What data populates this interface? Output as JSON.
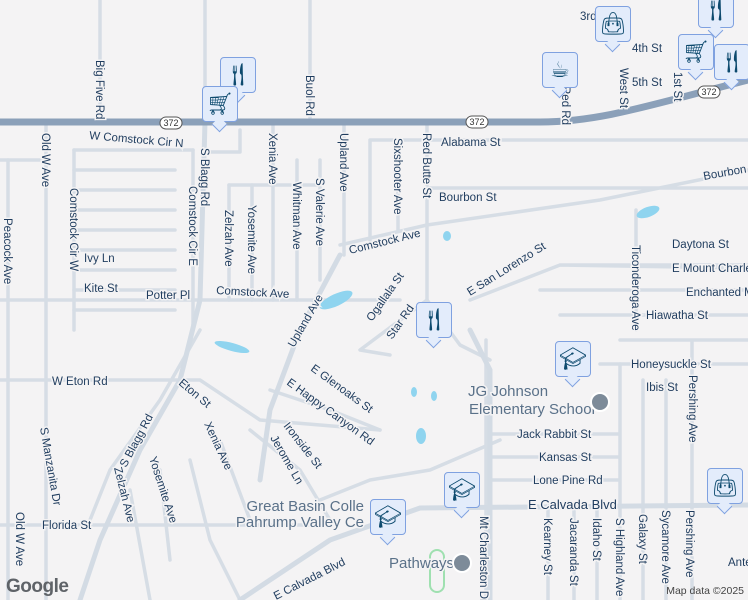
{
  "map": {
    "highway_shield": "372",
    "labels": [
      "3rd",
      "4th St",
      "5th St",
      "Big Five Rd",
      "Buol Rd",
      "Upland Ave",
      "Red Butte St",
      "Sixshooter Ave",
      "Alabama St",
      "Bourbon St",
      "Bourbon Tw",
      "Daytona St",
      "E Mount Charle",
      "Enchanted M",
      "Hiawatha St",
      "Honeysuckle St",
      "Ibis St",
      "Ticonderoga Ave",
      "Pershing Ave",
      "W Comstock Cir N",
      "Old W Ave",
      "Comstock Cir W",
      "Comstock Cir E",
      "S Blagg Rd",
      "Xenia Ave",
      "Whitman Ave",
      "S Valerie Ave",
      "Zelzah Ave",
      "Yosemite Ave",
      "Comstock Ave",
      "Comstock Ave",
      "Peacock Ave",
      "Ivy Ln",
      "Kite St",
      "Potter Pl",
      "Ogallala St",
      "Star Rd",
      "E San Lorenzo St",
      "W Eton Rd",
      "Eton St",
      "E Glenoaks St",
      "E Happy Canyon Rd",
      "S Blagg Rd",
      "Ironside St",
      "Xenia Ave",
      "Jerome Ln",
      "Yosemite Ave",
      "Zelzah Ave",
      "S Manzanita Dr",
      "Florida St",
      "Jack Rabbit St",
      "Kansas St",
      "Lone Pine Rd",
      "E Calvada Blvd",
      "E Calvada Blvd",
      "Mt Charleston Dr",
      "Kearney St",
      "Jacaranda St",
      "Idaho St",
      "S Highland Ave",
      "Galaxy St",
      "Sycamore Ave",
      "Pershing Ave",
      "Ante",
      "Upland Ave",
      "Old W Ave",
      "Red Rd",
      "West St",
      "1st St"
    ],
    "pois": {
      "school1_line1": "JG Johnson",
      "school1_line2": "Elementary School",
      "college_line1": "Great Basin Colle",
      "college_line2": "Pahrump Valley Ce",
      "pathways": "Pathways"
    },
    "markers": [
      "restaurant-icon",
      "shopping-cart-icon",
      "shopping-bag-icon",
      "coffee-icon",
      "restaurant-icon",
      "shopping-cart-icon",
      "restaurant-icon",
      "restaurant-icon",
      "school-icon",
      "school-icon",
      "school-icon",
      "shopping-bag-icon"
    ],
    "colors": {
      "background": "#f4f3f4",
      "road": "#d6dde5",
      "highway": "#8ba0b9",
      "water": "#8fd4ef",
      "marker": "#0d4a6e"
    }
  },
  "attribution": "Map data ©2025",
  "logo": "Google"
}
